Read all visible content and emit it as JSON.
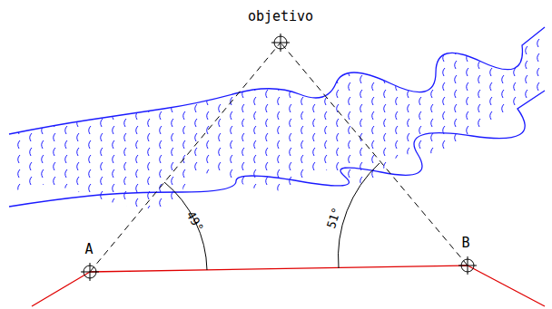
{
  "diagram": {
    "labels": [
      "objetivo",
      "A",
      "B",
      "49°",
      "51°"
    ]
  }
}
